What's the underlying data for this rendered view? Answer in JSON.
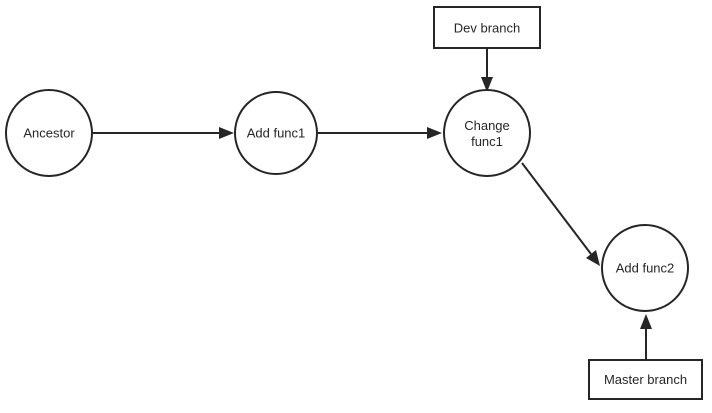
{
  "nodes": {
    "ancestor": {
      "label": "Ancestor"
    },
    "add_func1": {
      "label": "Add func1"
    },
    "change_func1": {
      "label_line1": "Change",
      "label_line2": "func1"
    },
    "add_func2": {
      "label": "Add func2"
    }
  },
  "branches": {
    "dev": {
      "label": "Dev branch"
    },
    "master": {
      "label": "Master branch"
    }
  },
  "edges": [
    {
      "from": "Ancestor",
      "to": "Add func1"
    },
    {
      "from": "Add func1",
      "to": "Change func1"
    },
    {
      "from": "Change func1",
      "to": "Add func2"
    },
    {
      "from": "Dev branch",
      "to": "Change func1"
    },
    {
      "from": "Master branch",
      "to": "Add func2"
    }
  ],
  "colors": {
    "stroke": "#262626",
    "background": "#ffffff"
  }
}
